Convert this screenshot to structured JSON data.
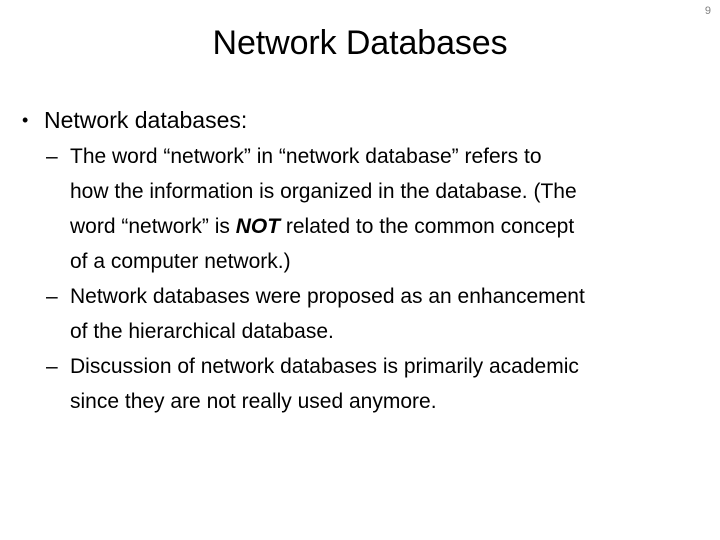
{
  "slide": {
    "page_number": "9",
    "title": "Network Databases",
    "background_color": "#ffffff",
    "text_color": "#000000",
    "page_number_color": "#808080",
    "bullets": {
      "level1_marker": "•",
      "level2_marker": "–",
      "item1": "Network databases:",
      "sub1": {
        "line1": "The word “network” in “network database” refers to",
        "line2": "how the information is organized in the database. (The",
        "line3_a": "word “network” is ",
        "line3_emph": "NOT",
        "line3_b": " related to the common concept",
        "line4": "of a computer network.)"
      },
      "sub2": {
        "line1": "Network databases were proposed as an enhancement",
        "line2": "of the hierarchical database."
      },
      "sub3": {
        "line1": "Discussion of network databases is primarily academic",
        "line2": "since they are not really used anymore."
      }
    }
  }
}
